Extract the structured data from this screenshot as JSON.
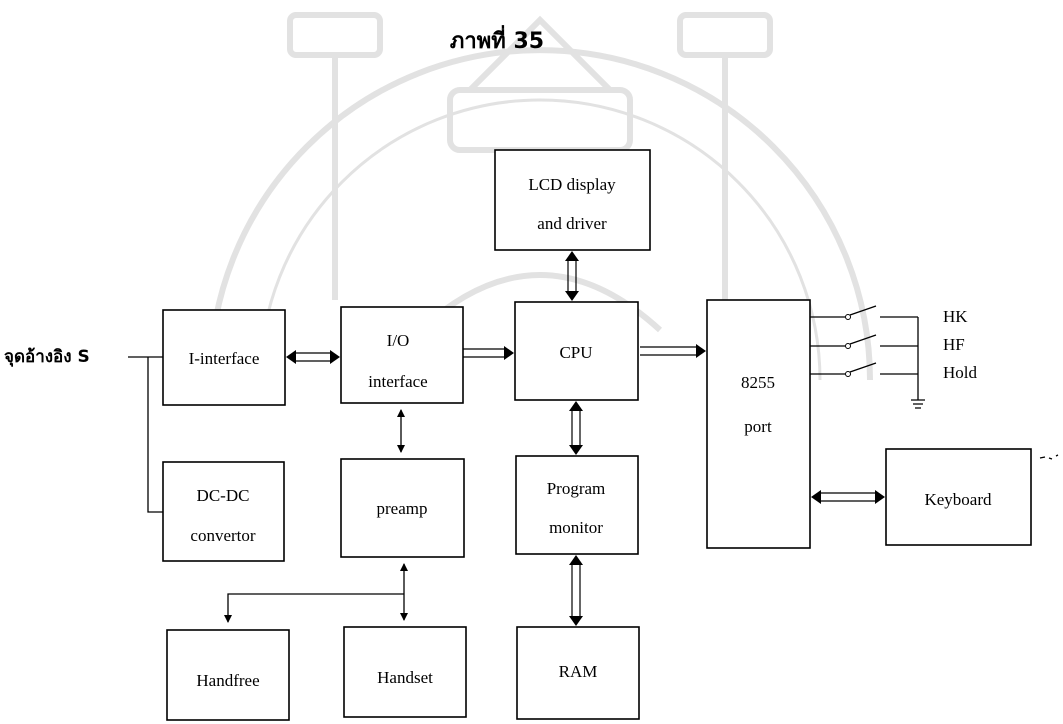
{
  "title": "ภาพที่ 35",
  "input_label": "จุดอ้างอิง S",
  "blocks": {
    "lcd": [
      "LCD display",
      "and driver"
    ],
    "i_interface": [
      "I-interface"
    ],
    "io_interface": [
      "I/O",
      "interface"
    ],
    "cpu": [
      "CPU"
    ],
    "port8255": [
      "8255",
      "port"
    ],
    "dcdc": [
      "DC-DC",
      "convertor"
    ],
    "preamp": [
      "preamp"
    ],
    "program_monitor": [
      "Program",
      "monitor"
    ],
    "keyboard": [
      "Keyboard"
    ],
    "handfree": [
      "Handfree"
    ],
    "handset": [
      "Handset"
    ],
    "ram": [
      "RAM"
    ]
  },
  "switch_labels": [
    "HK",
    "HF",
    "Hold"
  ],
  "colors": {
    "ink": "#000000",
    "watermark": "#dcdcdc"
  }
}
